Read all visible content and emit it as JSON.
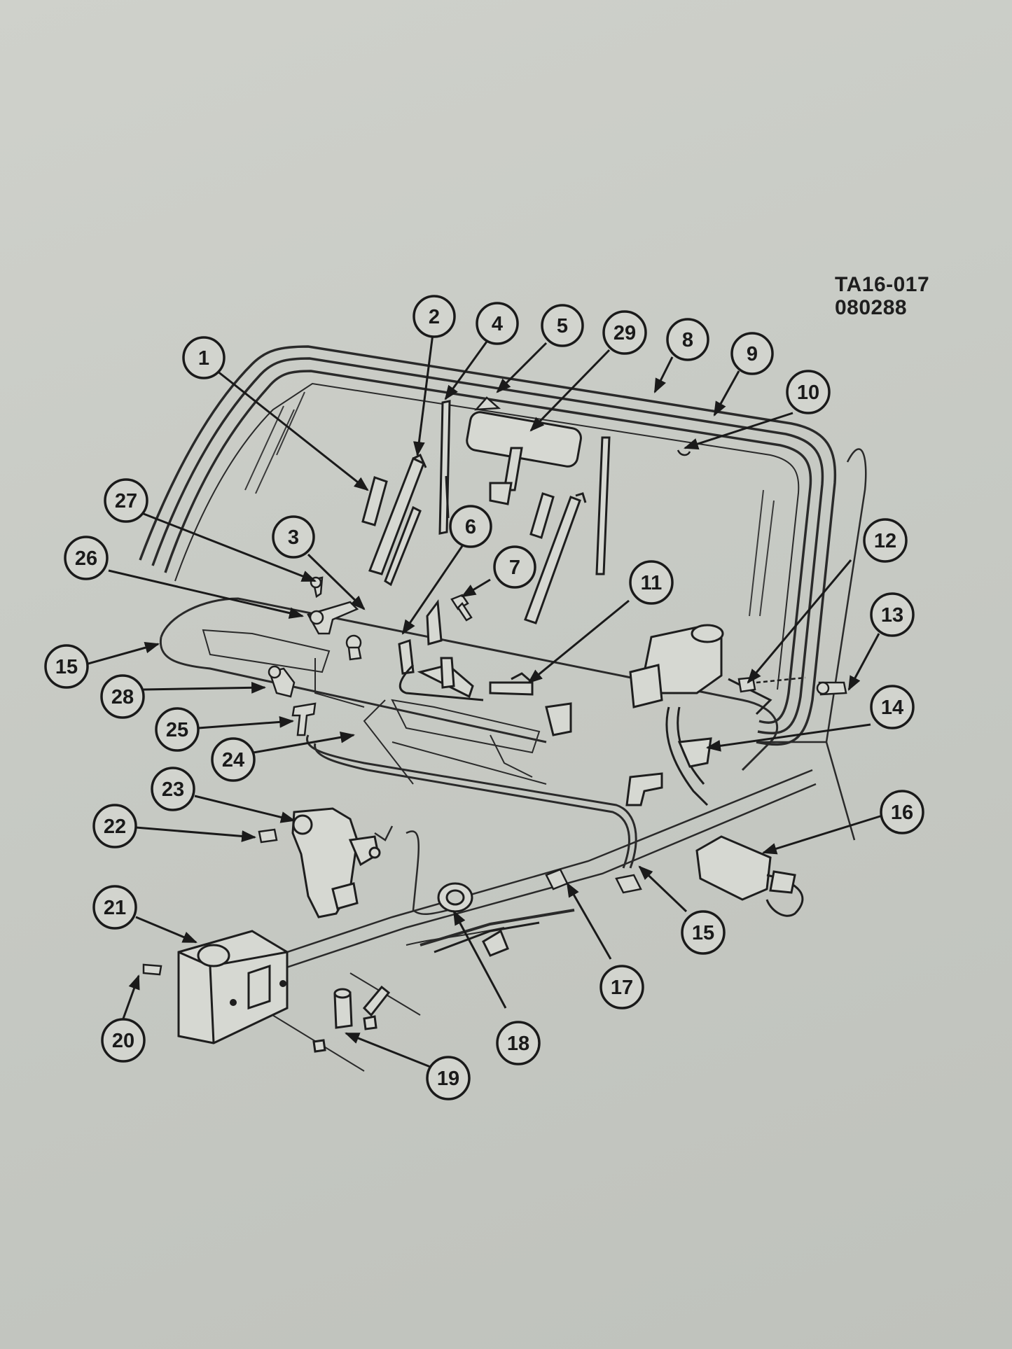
{
  "reference_code": [
    "TA16-017",
    "080288"
  ],
  "callouts": [
    {
      "n": "1"
    },
    {
      "n": "2"
    },
    {
      "n": "4"
    },
    {
      "n": "5"
    },
    {
      "n": "29"
    },
    {
      "n": "8"
    },
    {
      "n": "9"
    },
    {
      "n": "10"
    },
    {
      "n": "27"
    },
    {
      "n": "3"
    },
    {
      "n": "6"
    },
    {
      "n": "26"
    },
    {
      "n": "7"
    },
    {
      "n": "11"
    },
    {
      "n": "12"
    },
    {
      "n": "13"
    },
    {
      "n": "15"
    },
    {
      "n": "28"
    },
    {
      "n": "14"
    },
    {
      "n": "25"
    },
    {
      "n": "24"
    },
    {
      "n": "23"
    },
    {
      "n": "16"
    },
    {
      "n": "22"
    },
    {
      "n": "21"
    },
    {
      "n": "15"
    },
    {
      "n": "17"
    },
    {
      "n": "20"
    },
    {
      "n": "18"
    },
    {
      "n": "19"
    }
  ]
}
